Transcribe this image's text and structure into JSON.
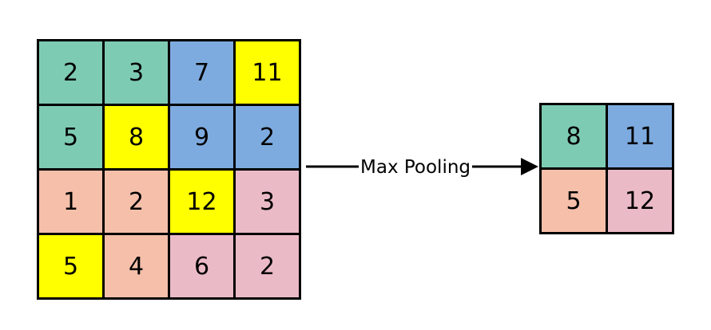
{
  "colors": {
    "green": "#7ecbb3",
    "blue": "#7eabdf",
    "yellow": "#ffff00",
    "salmon": "#f5bfaa",
    "pink": "#ebbac7"
  },
  "input_grid": {
    "cells": [
      {
        "value": "2",
        "color": "green"
      },
      {
        "value": "3",
        "color": "green"
      },
      {
        "value": "7",
        "color": "blue"
      },
      {
        "value": "11",
        "color": "yellow"
      },
      {
        "value": "5",
        "color": "green"
      },
      {
        "value": "8",
        "color": "yellow"
      },
      {
        "value": "9",
        "color": "blue"
      },
      {
        "value": "2",
        "color": "blue"
      },
      {
        "value": "1",
        "color": "salmon"
      },
      {
        "value": "2",
        "color": "salmon"
      },
      {
        "value": "12",
        "color": "yellow"
      },
      {
        "value": "3",
        "color": "pink"
      },
      {
        "value": "5",
        "color": "yellow"
      },
      {
        "value": "4",
        "color": "salmon"
      },
      {
        "value": "6",
        "color": "pink"
      },
      {
        "value": "2",
        "color": "pink"
      }
    ]
  },
  "arrow": {
    "label": "Max Pooling"
  },
  "output_grid": {
    "cells": [
      {
        "value": "8",
        "color": "green"
      },
      {
        "value": "11",
        "color": "blue"
      },
      {
        "value": "5",
        "color": "salmon"
      },
      {
        "value": "12",
        "color": "pink"
      }
    ]
  }
}
